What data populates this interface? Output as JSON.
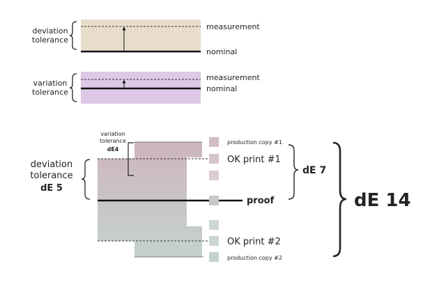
{
  "colors": {
    "deviation_fill": "#e8dccb",
    "variation_fill": "#ddc8e6",
    "gradient_top": "#cfb5bf",
    "gradient_bottom": "#c3d3cb",
    "line": "#111111"
  },
  "top_diagram": {
    "left_label_line1": "deviation",
    "left_label_line2": "tolerance",
    "measurement": "measurement",
    "nominal": "nominal"
  },
  "middle_diagram": {
    "left_label_line1": "variation",
    "left_label_line2": "tolerance",
    "measurement": "measurement",
    "nominal": "nominal"
  },
  "bottom_diagram": {
    "variation_label_line1": "variation",
    "variation_label_line2": "tolerance",
    "variation_value": "dE4",
    "deviation_label_line1": "deviation",
    "deviation_label_line2": "tolerance",
    "deviation_value": "dE 5",
    "production_copy_1": "production copy #1",
    "ok_print_1": "OK print #1",
    "proof": "proof",
    "ok_print_2": "OK print #2",
    "production_copy_2": "production copy #2",
    "de7": "dE 7",
    "de14": "dE 14"
  }
}
